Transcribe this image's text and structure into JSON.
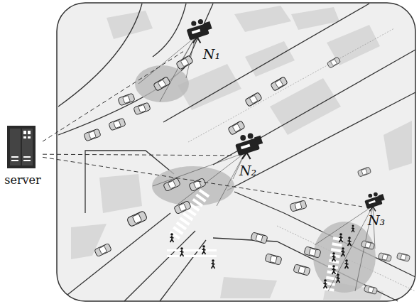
{
  "diagram": {
    "nodes": [
      {
        "text": [
          "server"
        ]
      },
      {
        "text": [
          "N₁"
        ]
      },
      {
        "text": [
          "N₂"
        ]
      },
      {
        "text": [
          "N₃"
        ]
      }
    ],
    "edges": [
      {
        "from": 0,
        "to": 1,
        "arrow": "none"
      },
      {
        "from": 0,
        "to": 2,
        "arrow": "none"
      },
      {
        "from": 0,
        "to": 3,
        "arrow": "none"
      }
    ]
  }
}
